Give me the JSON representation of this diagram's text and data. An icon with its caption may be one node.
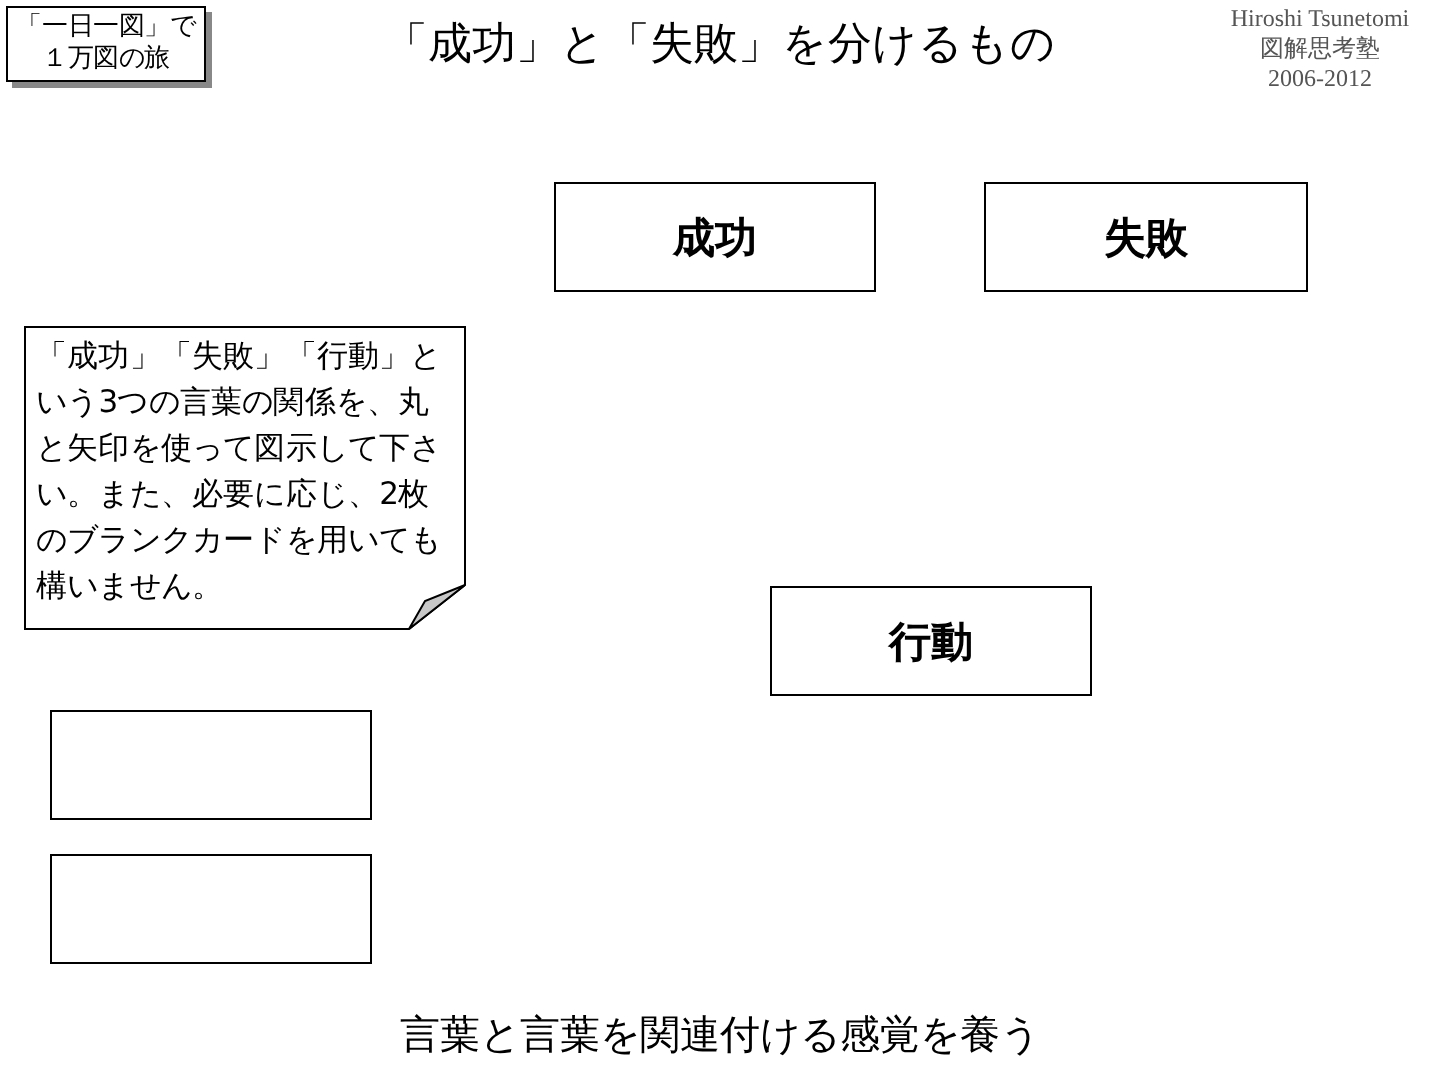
{
  "diagram": {
    "title": "「成功」と「失敗」を分けるもの",
    "caption": "言葉と言葉を関連付ける感覚を養う",
    "nodes": [
      {
        "text": [
          "「一日一図」で１万図の旅"
        ]
      },
      {
        "text": [
          "成功"
        ]
      },
      {
        "text": [
          "失敗"
        ]
      },
      {
        "text": [
          "「成功」「失敗」「行動」という3つの言葉の関係を、丸と矢印を使って図示して下さい。また、必要に応じ、2枚のブランクカードを用いても構いません。"
        ]
      },
      {
        "text": [
          "行動"
        ]
      },
      {
        "text": [],
        "shape": "box"
      },
      {
        "text": [],
        "shape": "box"
      }
    ],
    "edges": [],
    "labels": [
      "Hiroshi Tsunetomi",
      "図解思考塾",
      "2006-2012"
    ]
  }
}
